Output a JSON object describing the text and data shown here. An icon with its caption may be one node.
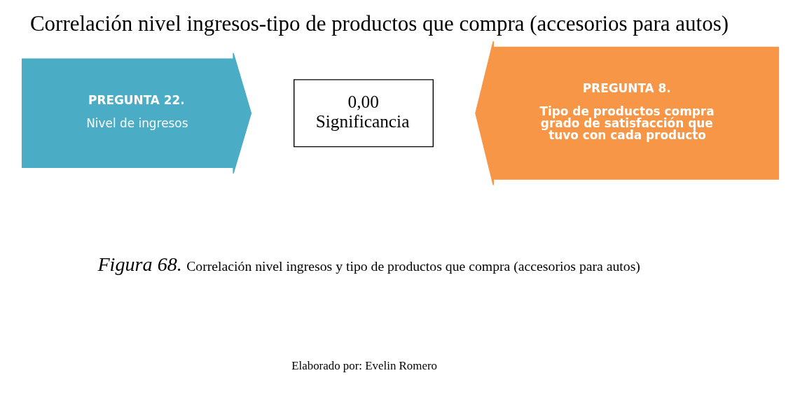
{
  "diagram": {
    "title": "Correlación nivel ingresos-tipo de productos que compra (accesorios para autos)",
    "caption": "*Figura 68.* Correlación nivel ingresos y tipo de productos que compra (accesorios para autos)",
    "nodes": [
      {
        "text": [
          "PREGUNTA 22.",
          "Nivel de ingresos"
        ]
      },
      {
        "text": [
          "0,00",
          "Significancia"
        ]
      },
      {
        "text": [
          "PREGUNTA 8.",
          "Tipo de productos compra grado de satisfacción que tuvo con cada producto"
        ]
      }
    ],
    "labels": [
      "Elaborado por: Evelin Romero"
    ]
  }
}
